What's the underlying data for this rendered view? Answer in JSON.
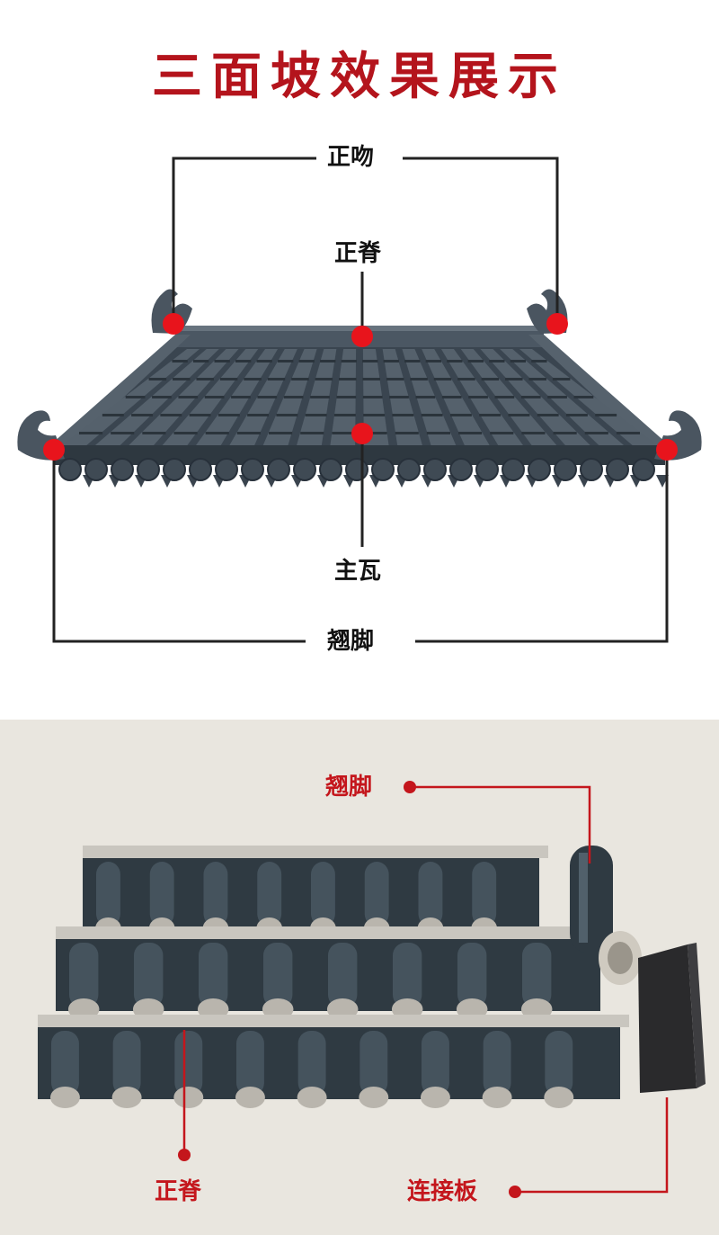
{
  "title": "三面坡效果展示",
  "top": {
    "labels": {
      "zhengwen": "正吻",
      "zhengji": "正脊",
      "zhuwa": "主瓦",
      "qiaojiao": "翘脚"
    }
  },
  "bottom": {
    "labels": {
      "qiaojiao": "翘脚",
      "zhengji": "正脊",
      "lianjieban": "连接板"
    }
  },
  "colors": {
    "accent": "#c4161c",
    "tile": "#3b4650",
    "tile_dark": "#2a333b",
    "lines": "#222222"
  }
}
